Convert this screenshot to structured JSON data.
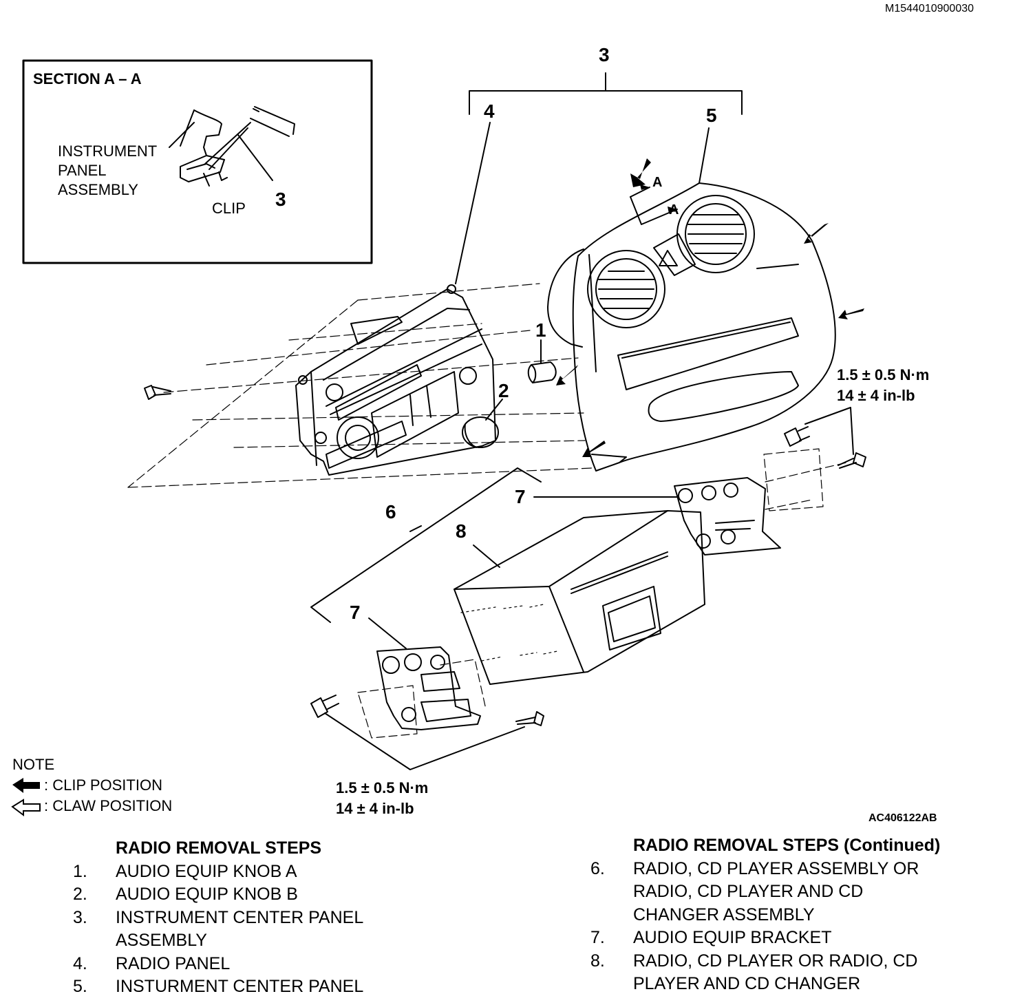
{
  "doc_ids": {
    "top": "M1544010900030",
    "figure": "AC406122AB"
  },
  "section": {
    "title": "SECTION A – A",
    "instrument_panel_label": "INSTRUMENT\nPANEL\nASSEMBLY",
    "clip_label": "CLIP",
    "callout": "3"
  },
  "callouts": {
    "c1": "1",
    "c2": "2",
    "c3": "3",
    "c4": "4",
    "c5": "5",
    "c6": "6",
    "c7a": "7",
    "c7b": "7",
    "c8": "8",
    "a1": "A",
    "a2": "A"
  },
  "torque": {
    "right": {
      "nm": "1.5 ± 0.5 N·m",
      "inlb": "14 ± 4 in-lb"
    },
    "bottom": {
      "nm": "1.5 ± 0.5 N·m",
      "inlb": "14 ± 4 in-lb"
    }
  },
  "note": {
    "title": "NOTE",
    "clip": ": CLIP POSITION",
    "claw": ": CLAW POSITION"
  },
  "steps_left": {
    "heading": "RADIO REMOVAL STEPS",
    "items": [
      {
        "n": "1.",
        "text": "AUDIO EQUIP KNOB A"
      },
      {
        "n": "2.",
        "text": "AUDIO EQUIP KNOB B"
      },
      {
        "n": "3.",
        "text": "INSTRUMENT CENTER PANEL\nASSEMBLY"
      },
      {
        "n": "4.",
        "text": "RADIO PANEL"
      },
      {
        "n": "5.",
        "text": "INSTURMENT CENTER PANEL"
      }
    ]
  },
  "steps_right": {
    "heading": "RADIO REMOVAL STEPS (Continued)",
    "items": [
      {
        "n": "6.",
        "text": "RADIO, CD PLAYER ASSEMBLY OR\nRADIO, CD PLAYER AND CD\nCHANGER ASSEMBLY"
      },
      {
        "n": "7.",
        "text": "AUDIO EQUIP BRACKET"
      },
      {
        "n": "8.",
        "text": "RADIO, CD PLAYER OR RADIO, CD\nPLAYER AND CD CHANGER"
      }
    ]
  }
}
